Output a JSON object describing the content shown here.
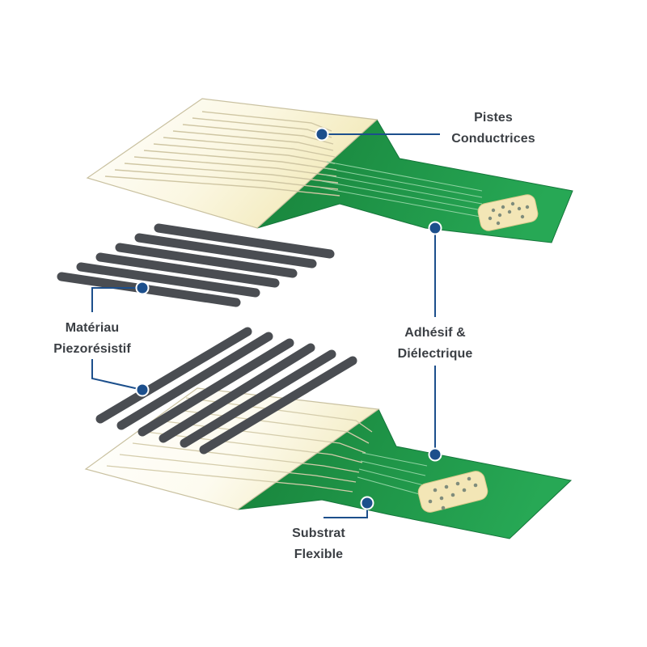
{
  "labels": {
    "pistes_line1": "Pistes",
    "pistes_line2": "Conductrices",
    "materiau_line1": "Matériau",
    "materiau_line2": "Piezorésistif",
    "adhesif_line1": "Adhésif &",
    "adhesif_line2": "Diélectrique",
    "substrat_line1": "Substrat",
    "substrat_line2": "Flexible"
  },
  "colors": {
    "green": "#1f9b48",
    "green_dark": "#17813a",
    "ink": "#3b3f44",
    "strip": "#4a4d52",
    "callout": "#1c4f8c",
    "panel_light": "#ffffff",
    "panel_cream": "#f6f0c8"
  }
}
